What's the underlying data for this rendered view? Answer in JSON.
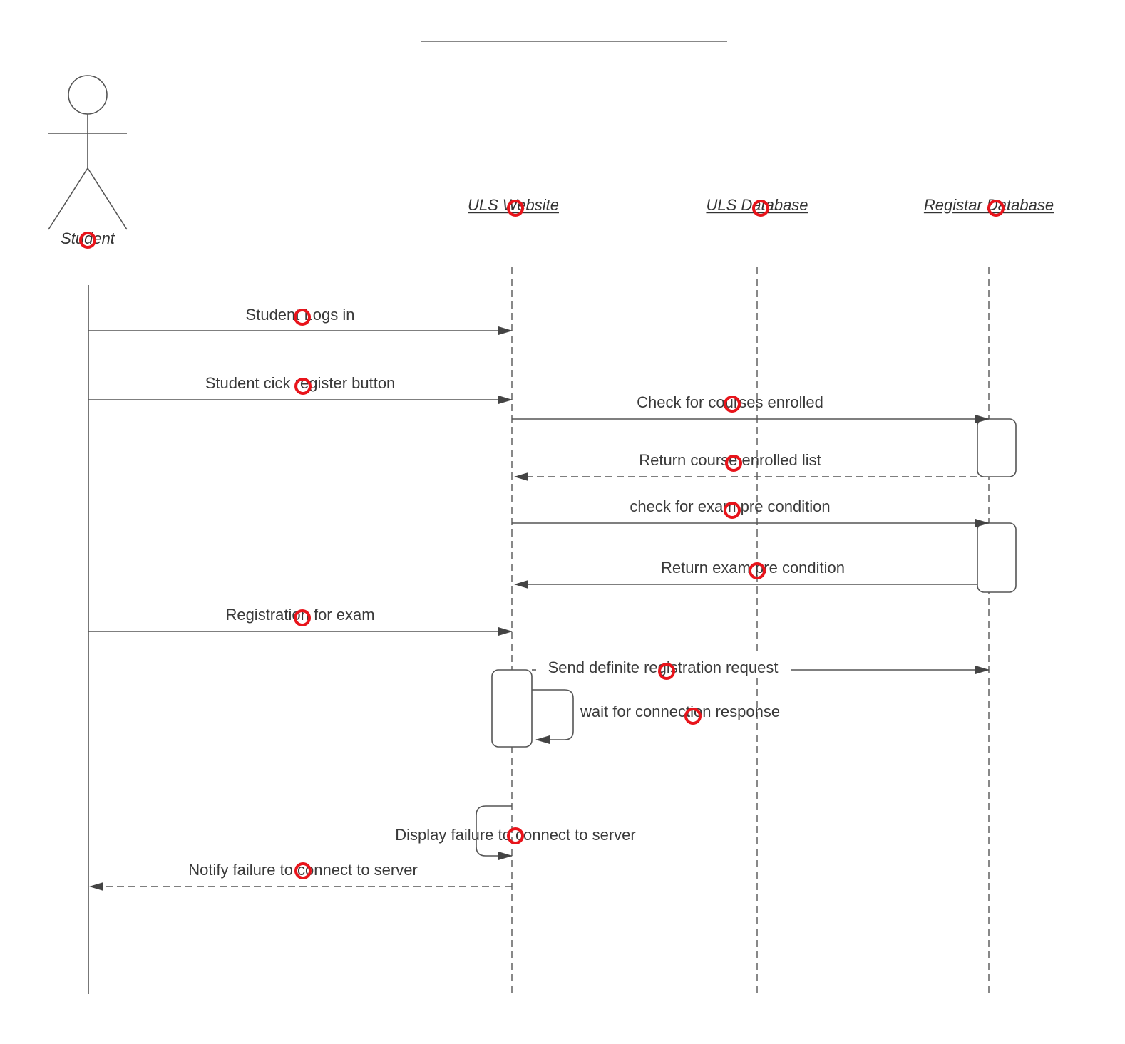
{
  "title": "",
  "actor": {
    "name": "Student"
  },
  "participants": [
    {
      "id": "website",
      "name": "ULS Website"
    },
    {
      "id": "uls_db",
      "name": "ULS Database"
    },
    {
      "id": "reg_db",
      "name": "Registar Database"
    }
  ],
  "messages": [
    {
      "id": "m1",
      "label": "Student Logs in",
      "from": "student",
      "to": "website",
      "style": "solid"
    },
    {
      "id": "m2",
      "label": "Student cick register button",
      "from": "student",
      "to": "website",
      "style": "solid"
    },
    {
      "id": "m3",
      "label": "Check for courses enrolled",
      "from": "website",
      "to": "reg_db",
      "style": "solid"
    },
    {
      "id": "m4",
      "label": "Return course enrolled list",
      "from": "reg_db",
      "to": "website",
      "style": "dashed"
    },
    {
      "id": "m5",
      "label": "check for exam pre condition",
      "from": "website",
      "to": "reg_db",
      "style": "solid"
    },
    {
      "id": "m6",
      "label": "Return exam pre condition",
      "from": "reg_db",
      "to": "website",
      "style": "solid"
    },
    {
      "id": "m7",
      "label": "Registration for exam",
      "from": "student",
      "to": "website",
      "style": "solid"
    },
    {
      "id": "m8",
      "label": "Send definite registration request",
      "from": "website",
      "to": "reg_db",
      "style": "solid"
    },
    {
      "id": "m9",
      "label": "wait for connection response",
      "from": "website",
      "to": "website",
      "style": "self"
    },
    {
      "id": "m10",
      "label": "Display failure to connect to server",
      "from": "website",
      "to": "website",
      "style": "self"
    },
    {
      "id": "m11",
      "label": "Notify failure to connect to server",
      "from": "website",
      "to": "student",
      "style": "dashed"
    }
  ]
}
